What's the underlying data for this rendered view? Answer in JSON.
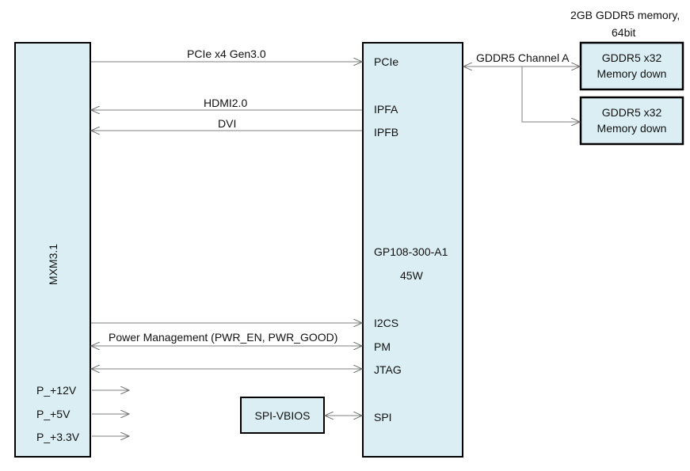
{
  "mxm": {
    "label": "MXM3.1"
  },
  "gpu": {
    "chip": "GP108-300-A1",
    "power": "45W",
    "ports": {
      "pcie": "PCIe",
      "ipfa": "IPFA",
      "ipfb": "IPFB",
      "i2cs": "I2CS",
      "pm": "PM",
      "jtag": "JTAG",
      "spi": "SPI"
    }
  },
  "links": {
    "pcie": "PCIe x4 Gen3.0",
    "hdmi": "HDMI2.0",
    "dvi": "DVI",
    "power_mgmt": "Power Management (PWR_EN, PWR_GOOD)",
    "gddr_channel": "GDDR5 Channel A"
  },
  "memory": {
    "title_line1": "2GB GDDR5 memory,",
    "title_line2": "64bit",
    "chips": [
      {
        "line1": "GDDR5 x32",
        "line2": "Memory down"
      },
      {
        "line1": "GDDR5 x32",
        "line2": "Memory down"
      }
    ]
  },
  "spi_vbios": {
    "label": "SPI-VBIOS"
  },
  "power_rails": [
    "P_+12V",
    "P_+5V",
    "P_+3.3V"
  ],
  "colors": {
    "box_fill": "#daeef3",
    "stroke": "#000000",
    "arrow": "#7f7f7f"
  }
}
